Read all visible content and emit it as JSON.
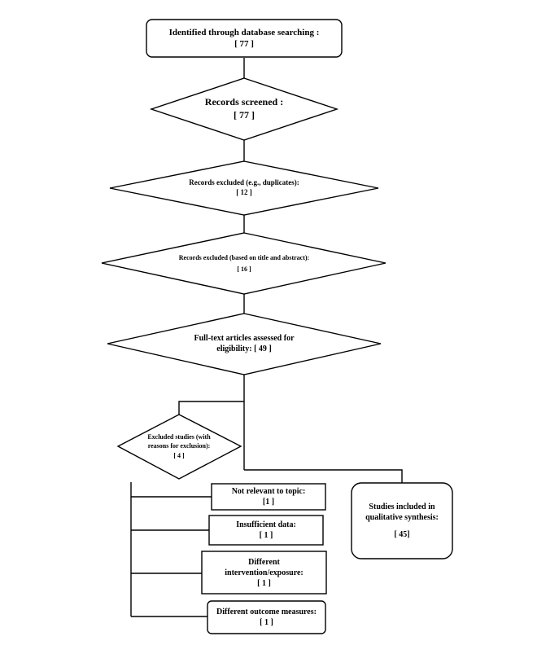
{
  "identified": {
    "label": "Identified through database searching :",
    "value": "[ 77 ]"
  },
  "screened": {
    "label": "Records screened :",
    "value": "[ 77 ]"
  },
  "excluded_duplicates": {
    "label": "Records excluded (e.g., duplicates):",
    "value": "[ 12 ]"
  },
  "excluded_title": {
    "label": "Records excluded (based on title and abstract):",
    "value": "[ 16 ]"
  },
  "fulltext": {
    "label": "Full-text articles assessed for eligibility:  [ 49 ]"
  },
  "excluded_studies": {
    "label": "Excluded studies (with reasons for exclusion):",
    "value": "[ 4 ]"
  },
  "reasons": [
    {
      "label": "Not relevant to topic:",
      "value": "[1 ]"
    },
    {
      "label": "Insufficient data:",
      "value": "[ 1 ]"
    },
    {
      "label": "Different intervention/exposure:",
      "value": "[ 1 ]"
    },
    {
      "label": "Different outcome measures:",
      "value": "[ 1 ]"
    }
  ],
  "included": {
    "label": "Studies included in qualitative synthesis:",
    "value": "[ 45]"
  }
}
